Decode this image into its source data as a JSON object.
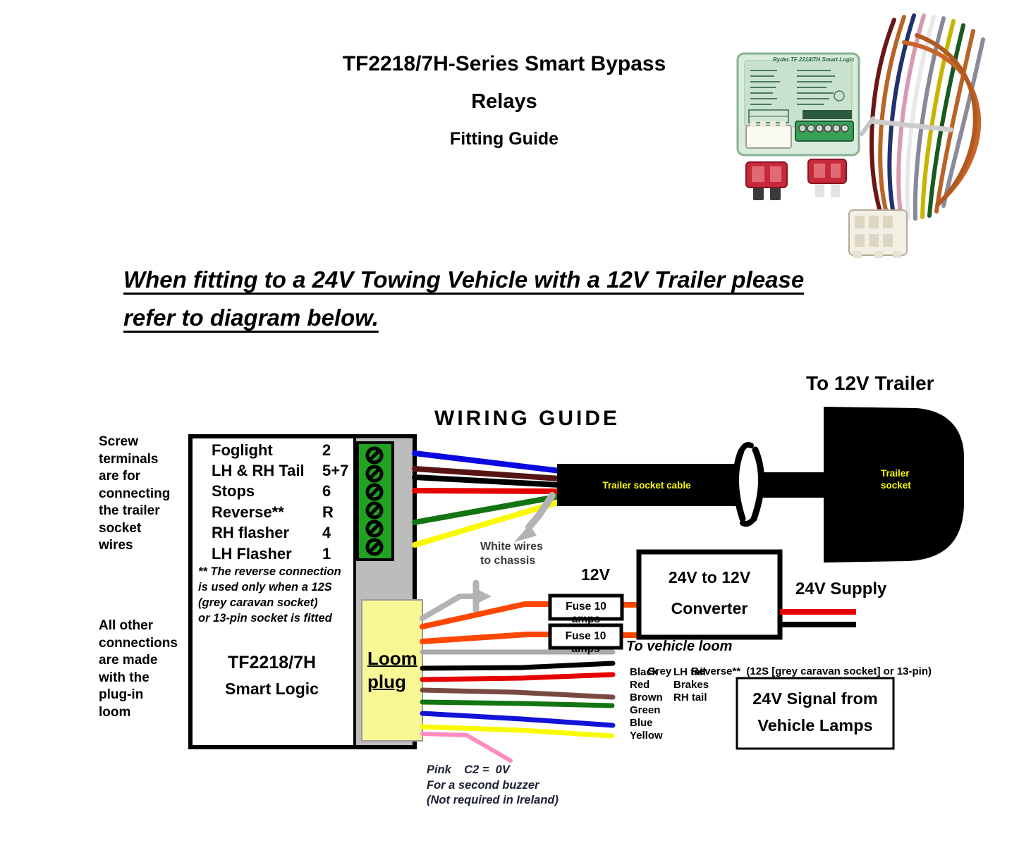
{
  "page": {
    "title_line1": "TF2218/7H-Series Smart Bypass",
    "title_line2": "Relays",
    "title_line3": "Fitting Guide",
    "notice_line1": "When fitting to a 24V Towing Vehicle with a 12V Trailer please",
    "notice_line2": "refer to diagram below."
  },
  "photo": {
    "relay_label": "Ryder TF 2218/7H Smart Logic"
  },
  "diagram": {
    "title": "WIRING GUIDE",
    "to_trailer_label": "To 12V Trailer",
    "screw_note": "Screw\nterminals\nare for\nconnecting\nthe trailer\nsocket\nwires",
    "loom_note": "All other\nconnections\nare made\nwith the\nplug-in\nloom",
    "relay": {
      "terminals": [
        {
          "name": "Foglight",
          "pin": "2"
        },
        {
          "name": "LH & RH Tail",
          "pin": "5+7"
        },
        {
          "name": "Stops",
          "pin": "6"
        },
        {
          "name": "Reverse**",
          "pin": "R"
        },
        {
          "name": "RH flasher",
          "pin": "4"
        },
        {
          "name": "LH Flasher",
          "pin": "1"
        }
      ],
      "reverse_note": "** The reverse connection\nis used only when a 12S\n(grey caravan socket)\nor 13-pin socket is fitted",
      "model": "TF2218/7H",
      "series": "Smart Logic"
    },
    "loom_plug_label": "Loom\nplug",
    "chassis_note": "White wires\nto chassis",
    "cable_label": "Trailer socket cable",
    "socket_label": "Trailer\nsocket",
    "supply_12v": "12V",
    "fuse1": "Fuse 10 amps",
    "fuse2": "Fuse 10 amps",
    "converter": "24V to 12V\nConverter",
    "supply_24v": "24V Supply",
    "vehicle_loom": {
      "heading": "To vehicle loom",
      "entries": [
        {
          "color": "Grey",
          "function": "Reverse**  (12S [grey caravan socket] or 13-pin)"
        },
        {
          "color": "Black",
          "function": "LH tail"
        },
        {
          "color": "Red",
          "function": "Brakes"
        },
        {
          "color": "Brown",
          "function": "RH tail"
        },
        {
          "color": "Green",
          "function": ""
        },
        {
          "color": "Blue",
          "function": ""
        },
        {
          "color": "Yellow",
          "function": ""
        }
      ]
    },
    "signal_box": "24V Signal from\nVehicle Lamps",
    "pink_note": "Pink    C2 =  0V\nFor a second buzzer\n(Not required in Ireland)"
  },
  "colors": {
    "wire_blue": "#0a0ae0",
    "wire_maroon": "#571414",
    "wire_black": "#000000",
    "wire_red": "#e60000",
    "wire_green": "#127512",
    "wire_yellow": "#f9f900",
    "wire_orange": "#ff4700",
    "wire_grey": "#a9a9a9",
    "wire_brown": "#7a4a42",
    "wire_loom_blue": "#1212d8",
    "wire_pink": "#ff8cc0",
    "loom_plug_fill": "#f8f795",
    "terminal_green": "#21a121",
    "label_yellow": "#f9f900"
  }
}
